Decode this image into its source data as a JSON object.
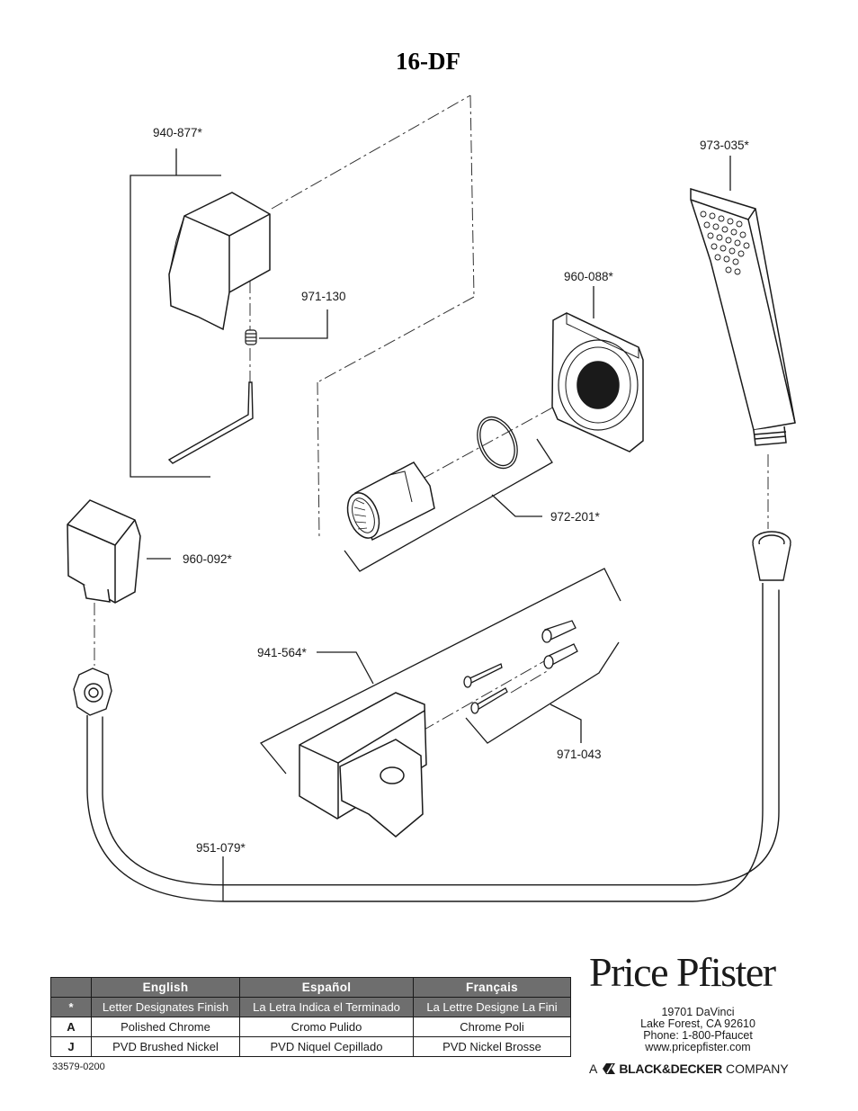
{
  "title": "16-DF",
  "parts": [
    {
      "id": "p1",
      "number": "940-877*"
    },
    {
      "id": "p2",
      "number": "971-130"
    },
    {
      "id": "p3",
      "number": "973-035*"
    },
    {
      "id": "p4",
      "number": "960-088*"
    },
    {
      "id": "p5",
      "number": "972-201*"
    },
    {
      "id": "p6",
      "number": "960-092*"
    },
    {
      "id": "p7",
      "number": "941-564*"
    },
    {
      "id": "p8",
      "number": "971-043"
    },
    {
      "id": "p9",
      "number": "951-079*"
    }
  ],
  "finish_table": {
    "headers": [
      "English",
      "Español",
      "Français"
    ],
    "note_symbol": "*",
    "note": [
      "Letter Designates Finish",
      "La Letra Indica el Terminado",
      "La Lettre Designe La Fini"
    ],
    "rows": [
      {
        "code": "A",
        "values": [
          "Polished Chrome",
          "Cromo Pulido",
          "Chrome Poli"
        ]
      },
      {
        "code": "J",
        "values": [
          "PVD Brushed Nickel",
          "PVD Niquel Cepillado",
          "PVD Nickel Brosse"
        ]
      }
    ]
  },
  "doc_number": "33579-0200",
  "brand": {
    "logo_text": "Price Pfister",
    "address": [
      "19701 DaVinci",
      "Lake Forest, CA 92610",
      "Phone: 1-800-Pfaucet",
      "www.pricepfister.com"
    ],
    "company_prefix": "A",
    "company_name": "BLACK&DECKER",
    "company_suffix": "COMPANY"
  }
}
